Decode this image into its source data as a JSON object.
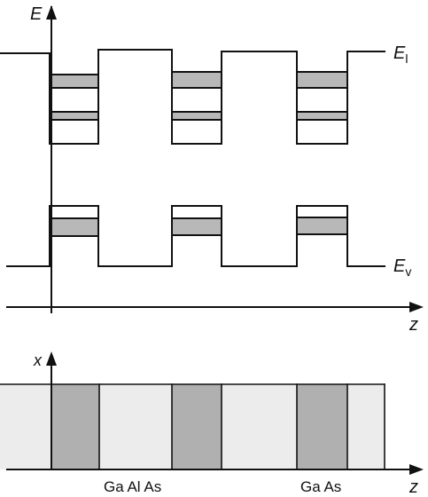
{
  "labels": {
    "energy_axis": "E",
    "conduction_band": "E",
    "conduction_band_sub": "l",
    "valence_band": "E",
    "valence_band_sub": "v",
    "position_axis_top": "z",
    "composition_axis": "x",
    "position_axis_bottom": "z",
    "material_1": "Ga Al As",
    "material_2": "Ga As"
  },
  "colors": {
    "line": "#111111",
    "subband_fill": "#b8b8b8",
    "gaalas_fill": "#ececec",
    "gaas_fill": "#b0b0b0"
  }
}
